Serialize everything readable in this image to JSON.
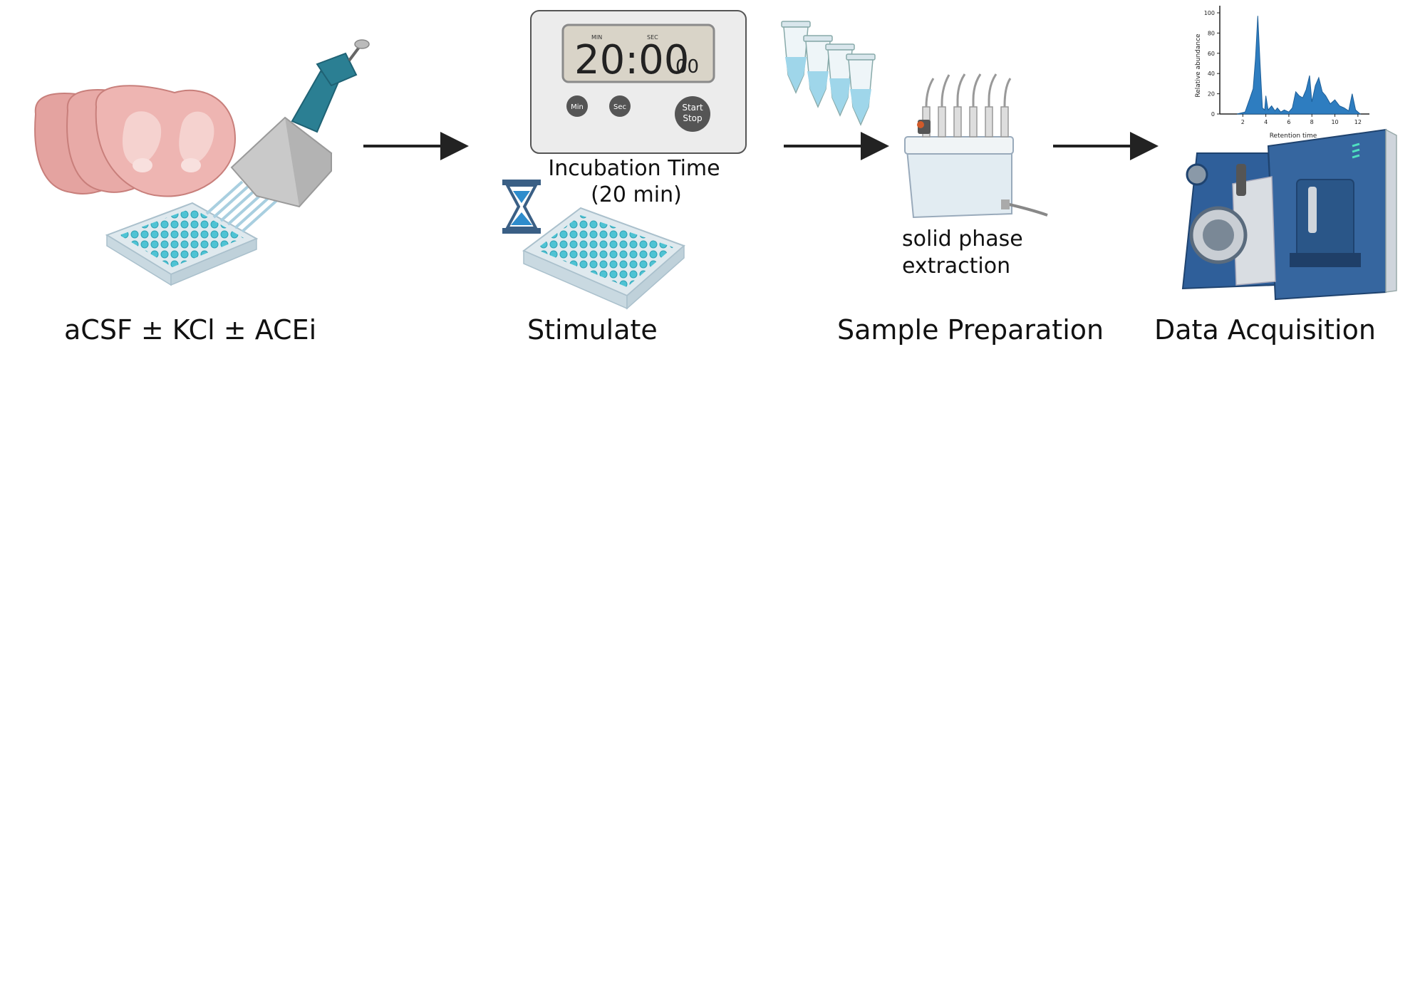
{
  "steps": [
    {
      "label": "aCSF ± KCl ± ACEi"
    },
    {
      "label": "Stimulate"
    },
    {
      "label": "Sample Preparation"
    },
    {
      "label": "Data Acquisition"
    }
  ],
  "timer": {
    "min_caption": "MIN",
    "sec_caption": "SEC",
    "display_main": "20:00",
    "display_small": "00",
    "btn_min": "Min",
    "btn_sec": "Sec",
    "btn_start": "Start",
    "btn_stop": "Stop"
  },
  "incubation": {
    "line1": "Incubation Time",
    "line2": "(20 min)"
  },
  "spe": {
    "line1": "solid phase",
    "line2": "extraction"
  },
  "colors": {
    "brain": "#e8a9a6",
    "plate_well": "#4fc3d4",
    "pipette_blue": "#2b7f93",
    "instrument_blue": "#2f5f9a",
    "chromatogram": "#2e7dc0",
    "arrow": "#222222"
  },
  "chart_data": {
    "type": "area",
    "xlabel": "Retention time",
    "ylabel": "Relative abundance",
    "x_ticks": [
      2,
      4,
      6,
      8,
      10,
      12
    ],
    "y_ticks": [
      0,
      20,
      40,
      60,
      80,
      100
    ],
    "xlim": [
      0,
      13
    ],
    "ylim": [
      0,
      100
    ],
    "series": [
      {
        "x": [
          1.5,
          2.2,
          2.6,
          2.9,
          3.1,
          3.3,
          3.5,
          3.7,
          3.9,
          4.0,
          4.2,
          4.5,
          4.8,
          5.0,
          5.3,
          5.6,
          6.0,
          6.3,
          6.6,
          6.9,
          7.2,
          7.5,
          7.8,
          8.0,
          8.3,
          8.6,
          8.9,
          9.2,
          9.6,
          10.0,
          10.4,
          10.8,
          11.2,
          11.5,
          11.8,
          12.2
        ],
        "y": [
          0,
          2,
          15,
          25,
          55,
          97,
          50,
          6,
          4,
          18,
          4,
          8,
          3,
          6,
          2,
          4,
          2,
          6,
          22,
          18,
          16,
          24,
          38,
          12,
          28,
          36,
          22,
          18,
          10,
          14,
          8,
          6,
          3,
          20,
          4,
          0
        ]
      }
    ]
  }
}
